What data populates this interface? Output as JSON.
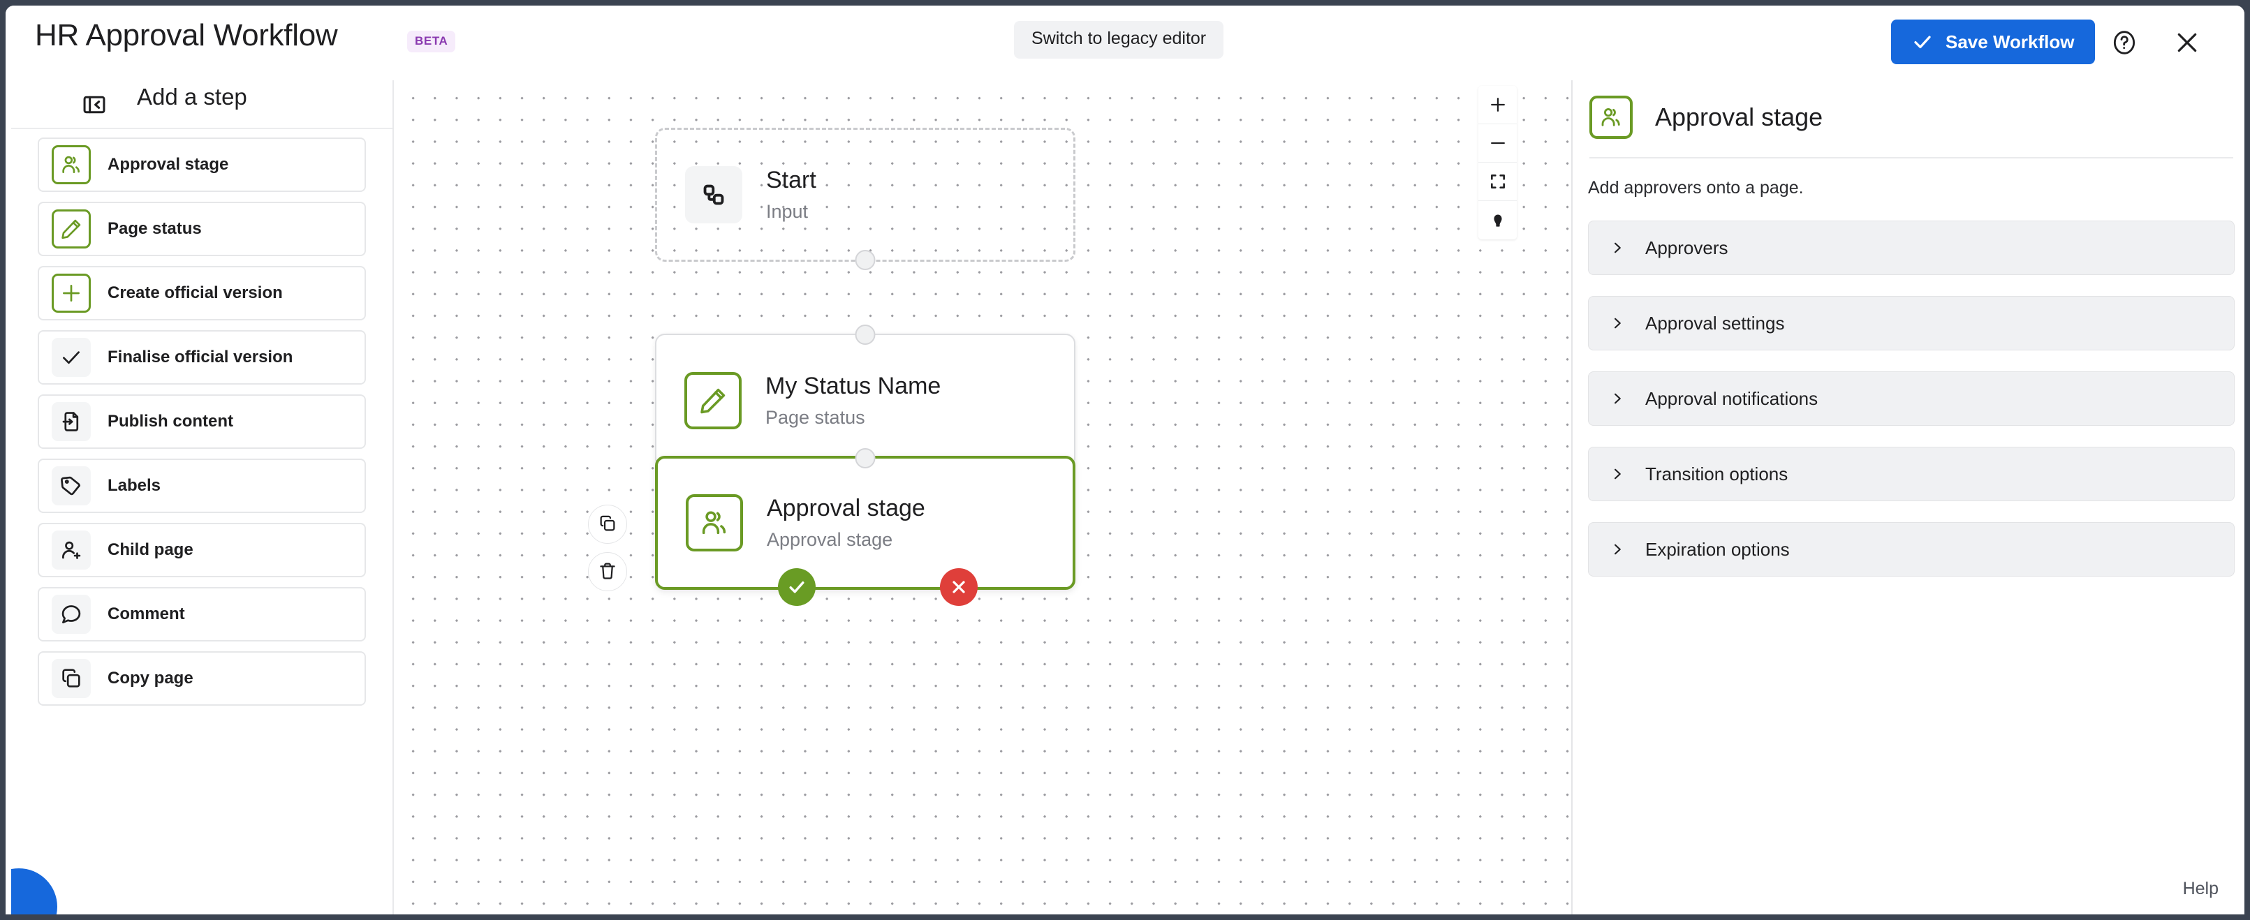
{
  "header": {
    "title": "HR Approval Workflow",
    "badge": "BETA",
    "legacy_editor_label": "Switch to legacy editor",
    "save_label": "Save Workflow",
    "help_icon": "question-circle-icon",
    "close_icon": "close-icon",
    "save_icon": "check-icon",
    "accent_blue": "#1668dc",
    "badge_bg": "#f6ecfb",
    "badge_fg": "#8a3ab0"
  },
  "sidebar": {
    "title": "Add a step",
    "collapse_icon": "collapse-sidebar-icon",
    "items": [
      {
        "label": "Approval stage",
        "icon": "users-icon",
        "icon_style": "green"
      },
      {
        "label": "Page status",
        "icon": "pencil-icon",
        "icon_style": "green"
      },
      {
        "label": "Create official version",
        "icon": "plus-icon",
        "icon_style": "green"
      },
      {
        "label": "Finalise official version",
        "icon": "check-icon",
        "icon_style": "grey"
      },
      {
        "label": "Publish content",
        "icon": "publish-file-icon",
        "icon_style": "grey"
      },
      {
        "label": "Labels",
        "icon": "tag-icon",
        "icon_style": "grey"
      },
      {
        "label": "Child page",
        "icon": "person-add-icon",
        "icon_style": "grey"
      },
      {
        "label": "Comment",
        "icon": "comment-icon",
        "icon_style": "grey"
      },
      {
        "label": "Copy page",
        "icon": "copy-icon",
        "icon_style": "grey"
      }
    ]
  },
  "canvas": {
    "zoom_controls": [
      {
        "name": "zoom-in-icon",
        "label": "+"
      },
      {
        "name": "zoom-out-icon",
        "label": "–"
      },
      {
        "name": "fit-to-screen-icon",
        "label": ""
      },
      {
        "name": "pointer-lock-icon",
        "label": ""
      }
    ],
    "nodes": [
      {
        "title": "Start",
        "subtitle": "Input",
        "icon": "workflow-start-icon",
        "state": "dashed"
      },
      {
        "title": "My Status Name",
        "subtitle": "Page status",
        "icon": "pencil-icon",
        "state": "default"
      },
      {
        "title": "Approval stage",
        "subtitle": "Approval stage",
        "icon": "users-icon",
        "state": "selected"
      }
    ],
    "node_actions": [
      {
        "name": "duplicate-node-button",
        "icon": "copy-icon"
      },
      {
        "name": "delete-node-button",
        "icon": "trash-icon"
      }
    ],
    "transition_badges": [
      {
        "name": "approve-transition-badge",
        "icon": "check-icon",
        "color": "#699c24"
      },
      {
        "name": "reject-transition-badge",
        "icon": "close-icon",
        "color": "#df3f3a"
      }
    ]
  },
  "right_panel": {
    "title": "Approval stage",
    "icon": "users-icon",
    "description": "Add approvers onto a page.",
    "sections": [
      {
        "label": "Approvers"
      },
      {
        "label": "Approval settings"
      },
      {
        "label": "Approval notifications"
      },
      {
        "label": "Transition options"
      },
      {
        "label": "Expiration options"
      }
    ],
    "help_label": "Help"
  }
}
